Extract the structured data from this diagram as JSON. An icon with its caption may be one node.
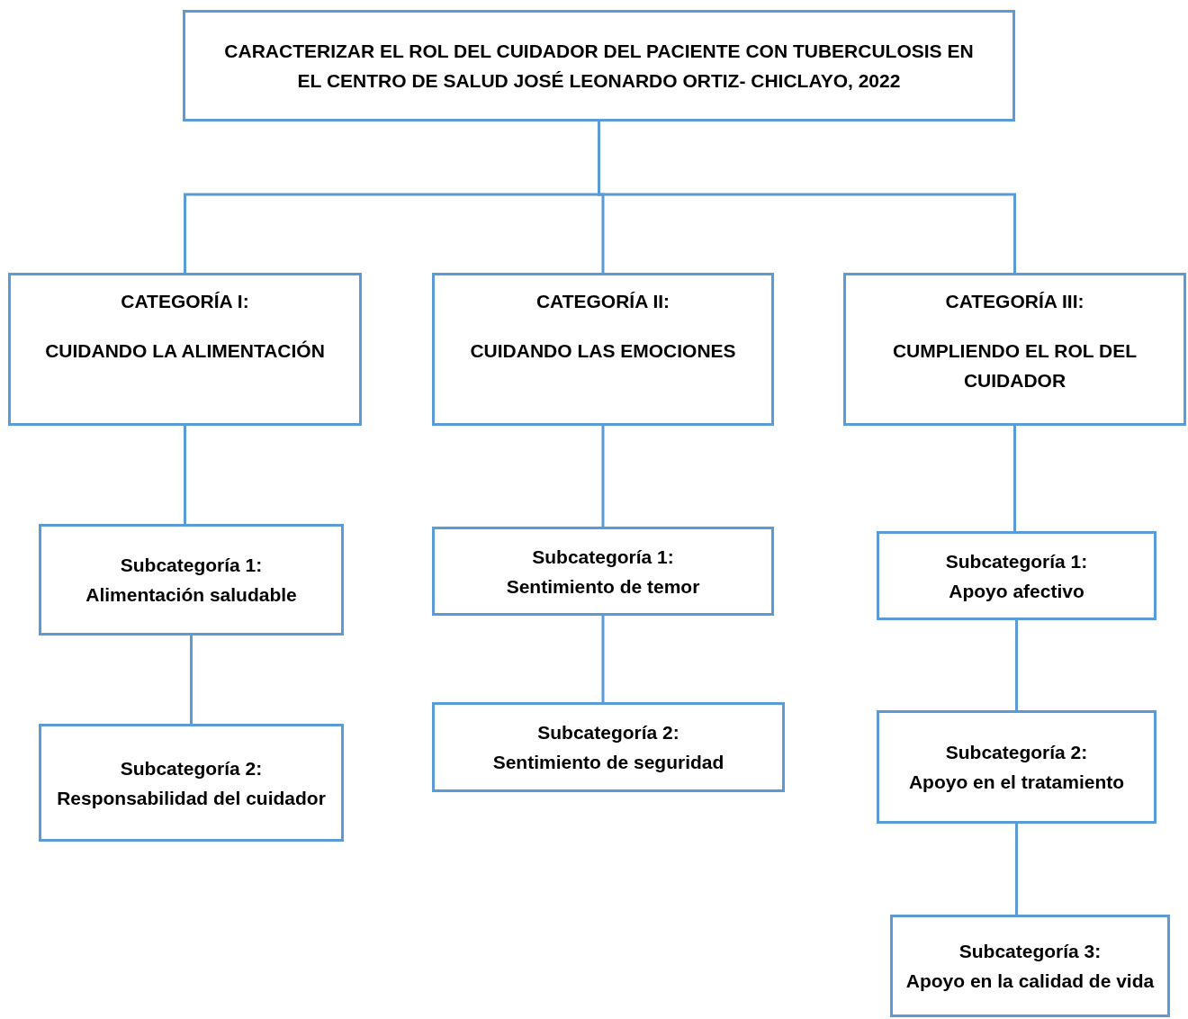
{
  "diagram": {
    "nodes": [
      {
        "text": [
          "CARACTERIZAR EL ROL DEL CUIDADOR DEL PACIENTE CON TUBERCULOSIS EN EL CENTRO DE SALUD JOSÉ LEONARDO ORTIZ- CHICLAYO, 2022"
        ]
      },
      {
        "text": [
          "CATEGORÍA I:",
          "CUIDANDO LA ALIMENTACIÓN"
        ]
      },
      {
        "text": [
          "CATEGORÍA II:",
          "CUIDANDO LAS EMOCIONES"
        ]
      },
      {
        "text": [
          "CATEGORÍA III:",
          "CUMPLIENDO EL ROL DEL CUIDADOR"
        ]
      },
      {
        "text": [
          "Subcategoría 1:",
          "Alimentación saludable"
        ]
      },
      {
        "text": [
          "Subcategoría 2:",
          "Responsabilidad del cuidador"
        ]
      },
      {
        "text": [
          "Subcategoría 1:",
          "Sentimiento de temor"
        ]
      },
      {
        "text": [
          "Subcategoría 2:",
          "Sentimiento de seguridad"
        ]
      },
      {
        "text": [
          "Subcategoría 1:",
          "Apoyo afectivo"
        ]
      },
      {
        "text": [
          "Subcategoría 2:",
          "Apoyo en el tratamiento"
        ]
      },
      {
        "text": [
          "Subcategoría 3:",
          "Apoyo en la calidad de vida"
        ]
      }
    ],
    "edges": [
      {
        "from": 0,
        "to": 1,
        "arrow": "none"
      },
      {
        "from": 0,
        "to": 2,
        "arrow": "none"
      },
      {
        "from": 0,
        "to": 3,
        "arrow": "none"
      },
      {
        "from": 1,
        "to": 4,
        "arrow": "none"
      },
      {
        "from": 4,
        "to": 5,
        "arrow": "none"
      },
      {
        "from": 2,
        "to": 6,
        "arrow": "none"
      },
      {
        "from": 6,
        "to": 7,
        "arrow": "none"
      },
      {
        "from": 3,
        "to": 8,
        "arrow": "none"
      },
      {
        "from": 8,
        "to": 9,
        "arrow": "none"
      },
      {
        "from": 9,
        "to": 10,
        "arrow": "none"
      }
    ]
  }
}
